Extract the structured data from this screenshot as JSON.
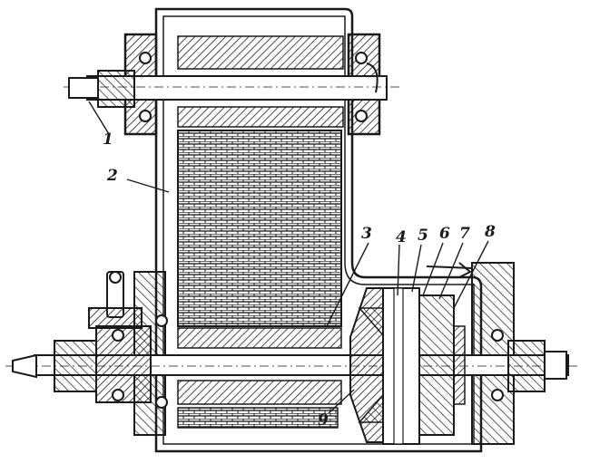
{
  "colors": {
    "ink": "#1a1a1a",
    "paper": "#ffffff"
  },
  "labels": {
    "l1": "1",
    "l2": "2",
    "l3": "3",
    "l4": "4",
    "l5": "5",
    "l6": "6",
    "l7": "7",
    "l8": "8",
    "l9": "9"
  }
}
